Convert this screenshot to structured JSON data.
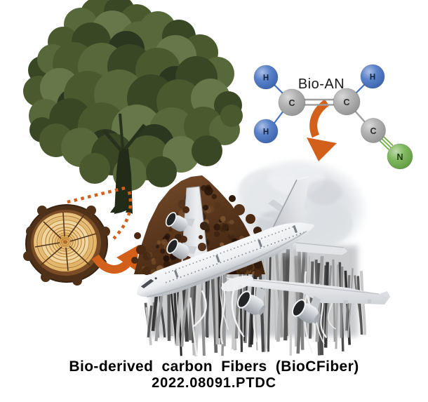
{
  "caption": {
    "line1": "Bio-derived carbon Fibers (BioCFiber)",
    "line2": "2022.08091.PTDC"
  },
  "molecule": {
    "label": "Bio-AN",
    "atoms": [
      {
        "symbol": "H",
        "fill": "#4472c4",
        "label_color": "#14233f"
      },
      {
        "symbol": "C",
        "fill": "#a9a9a9",
        "label_color": "#2d2d2d"
      },
      {
        "symbol": "H",
        "fill": "#4472c4",
        "label_color": "#14233f"
      },
      {
        "symbol": "C",
        "fill": "#a9a9a9",
        "label_color": "#2d2d2d"
      },
      {
        "symbol": "H",
        "fill": "#4472c4",
        "label_color": "#14233f"
      },
      {
        "symbol": "C",
        "fill": "#a9a9a9",
        "label_color": "#2d2d2d"
      },
      {
        "symbol": "N",
        "fill": "#6fb04a",
        "label_color": "#1e3a12"
      }
    ],
    "bond_colors": {
      "carbon_hydrogen": "#4472c4",
      "carbon_carbon": "#9e9e9e",
      "carbon_nitrogen": "#6fae44"
    }
  },
  "accent_color": "#d2601a",
  "graphic_icons": {
    "tree": "tree-photo-icon",
    "log": "wood-log-cross-section-icon",
    "soil": "biomass-soil-pile-icon",
    "airplane": "airplane-icon",
    "fibers": "carbon-fiber-sem-icon",
    "cloud": "fiber-cloud-icon"
  }
}
